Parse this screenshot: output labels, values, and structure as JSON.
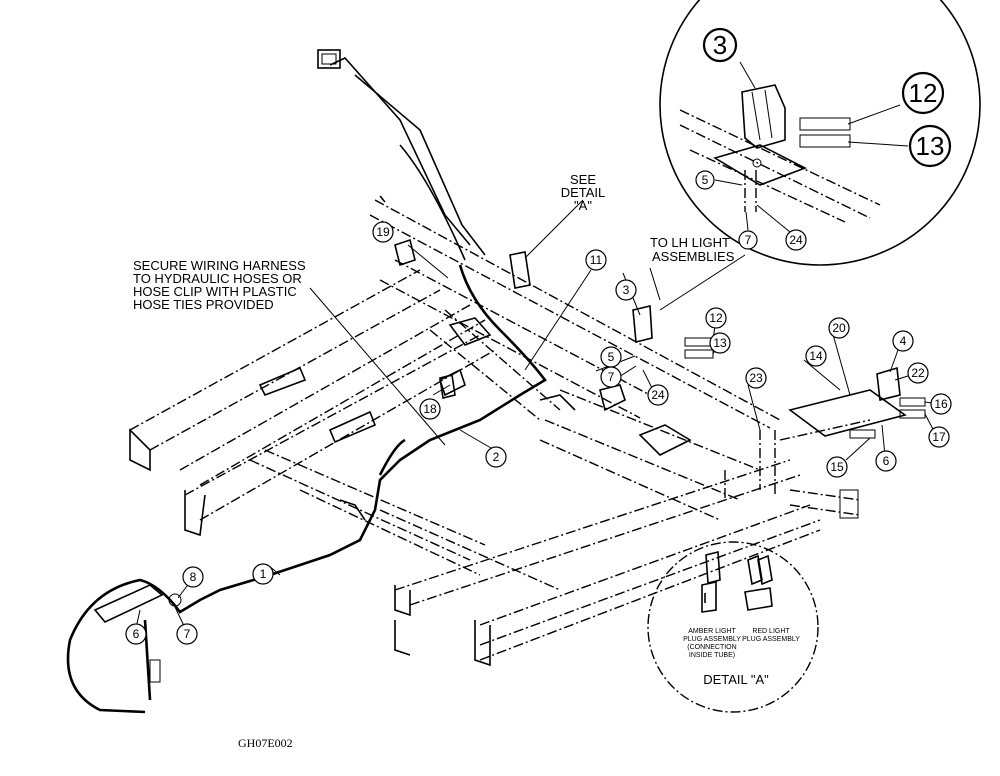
{
  "notes": {
    "secure_line1": "SECURE WIRING HARNESS",
    "secure_line2": "TO HYDRAULIC HOSES OR",
    "secure_line3": "HOSE CLIP WITH PLASTIC",
    "secure_line4": "HOSE TIES PROVIDED",
    "see_line1": "SEE",
    "see_line2": "DETAIL",
    "see_line3": "\"A\"",
    "lh_line1": "TO LH LIGHT",
    "lh_line2": "ASSEMBLIES"
  },
  "detail_a": {
    "amber_line1": "AMBER LIGHT",
    "amber_line2": "PLUG ASSEMBLY",
    "amber_line3": "(CONNECTION",
    "amber_line4": "INSIDE TUBE)",
    "red_line1": "RED LIGHT",
    "red_line2": "PLUG ASSEMBLY",
    "title": "DETAIL  \"A\""
  },
  "drawing_code": "GH07E002",
  "callouts": {
    "c1": "1",
    "c2": "2",
    "c3": "3",
    "c4": "4",
    "c5": "5",
    "c6": "6",
    "c7": "7",
    "c8": "8",
    "c11": "11",
    "c12": "12",
    "c13": "13",
    "c14": "14",
    "c15": "15",
    "c16": "16",
    "c17": "17",
    "c18": "18",
    "c19": "19",
    "c20": "20",
    "c22": "22",
    "c23": "23",
    "c24": "24"
  },
  "inset_callouts": {
    "c3": "3",
    "c12": "12",
    "c13": "13",
    "c5": "5",
    "c7": "7",
    "c24": "24"
  },
  "bottom_callouts": {
    "c6": "6",
    "c7": "7"
  }
}
